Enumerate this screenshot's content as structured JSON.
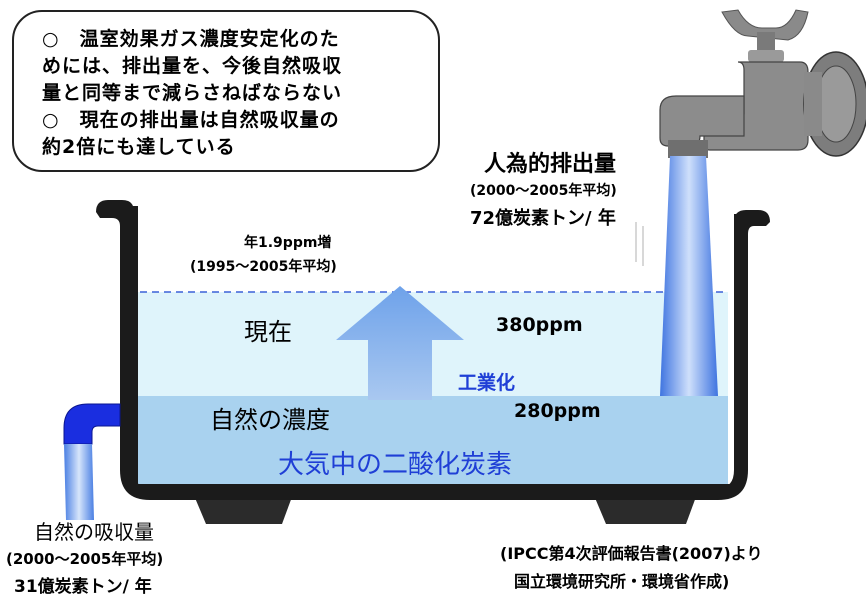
{
  "callout": {
    "lines": [
      "○　温室効果ガス濃度安定化のた",
      "めには、排出量を、今後自然吸収",
      "量と同等まで減らさねばならない",
      "○　現在の排出量は自然吸収量の",
      "約2倍にも達している"
    ]
  },
  "emission": {
    "title": "人為的排出量",
    "period": "(2000～2005年平均)",
    "amount": "72億炭素トン/ 年"
  },
  "increase": {
    "rate": "年1.9ppm増",
    "period": "(1995～2005年平均)"
  },
  "tub": {
    "current_label": "現在",
    "current_value": "380ppm",
    "industrialization": "工業化",
    "natural_label": "自然の濃度",
    "natural_value": "280ppm",
    "content_label": "大気中の二酸化炭素"
  },
  "absorption": {
    "title": "自然の吸収量",
    "period": "(2000～2005年平均)",
    "amount": "31億炭素トン/ 年"
  },
  "source": {
    "line1": "(IPCC第4次評価報告書(2007)より",
    "line2": "国立環境研究所・環境省作成)"
  },
  "colors": {
    "water_light": "#dff4fb",
    "water_dark": "#a9d2ef",
    "arrow": "#8cb8ec",
    "pipe": "#1a2ee0",
    "stream": "#5b8be6",
    "faucet": "#8c8c8c",
    "text_blue": "#1f3fd6"
  }
}
